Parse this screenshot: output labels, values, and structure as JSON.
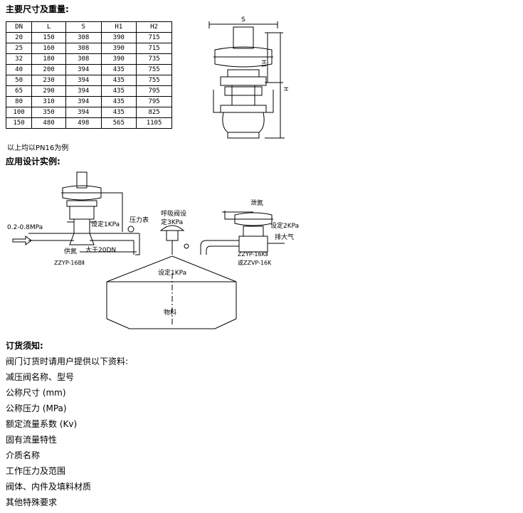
{
  "dimensions": {
    "heading": "主要尺寸及重量:",
    "columns": [
      "DN",
      "L",
      "S",
      "H1",
      "H2"
    ],
    "rows": [
      [
        "20",
        "150",
        "308",
        "390",
        "715"
      ],
      [
        "25",
        "160",
        "308",
        "390",
        "715"
      ],
      [
        "32",
        "180",
        "308",
        "390",
        "735"
      ],
      [
        "40",
        "200",
        "394",
        "435",
        "755"
      ],
      [
        "50",
        "230",
        "394",
        "435",
        "755"
      ],
      [
        "65",
        "290",
        "394",
        "435",
        "795"
      ],
      [
        "80",
        "310",
        "394",
        "435",
        "795"
      ],
      [
        "100",
        "350",
        "394",
        "435",
        "825"
      ],
      [
        "150",
        "480",
        "498",
        "565",
        "1105"
      ]
    ],
    "note": "以上均以PN16为例"
  },
  "valve_drawing": {
    "label_s": "S",
    "label_h1": "H1",
    "label_h": "H"
  },
  "application": {
    "heading": "应用设计实例:",
    "inlet_pressure": "0.2-0.8MPa",
    "supply_gas": "供氮",
    "set_1kpa_left": "设定1KPa",
    "pressure_gauge": "压力表",
    "breather_set": "呼吸阀设",
    "breather_set2": "定3KPa",
    "vent_gas": "泄氮",
    "set_2kpa": "设定2KPa",
    "exhaust": "排大气",
    "greater_than": "大于20DN",
    "model_left": "ZZYP-16BⅡ",
    "model_right1": "ZZYP-16KⅡ",
    "model_right2": "或ZZVP-16K",
    "tank_set": "设定1KPa",
    "material": "物料"
  },
  "ordering": {
    "heading": "订货须知:",
    "items": [
      "阀门订货时请用户提供以下资料:",
      "减压阀名称、型号",
      "公称尺寸 (mm)",
      "公称压力 (MPa)",
      "额定流量系数 (Kv)",
      "固有流量特性",
      "介质名称",
      "工作压力及范围",
      "阀体、内件及填料材质",
      "其他特殊要求"
    ]
  }
}
